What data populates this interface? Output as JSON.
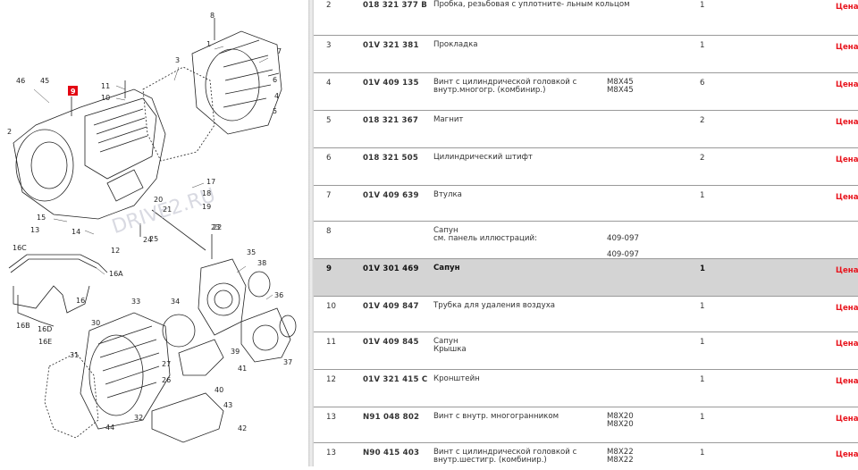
{
  "diagram": {
    "watermark": "DRIVE2.RU",
    "highlighted_callout": "9",
    "callouts": [
      "46",
      "45",
      "9",
      "2",
      "11",
      "10",
      "3",
      "8",
      "1",
      "7",
      "6",
      "4",
      "5",
      "17",
      "18",
      "20",
      "19",
      "21",
      "22",
      "23",
      "24",
      "25",
      "15",
      "14",
      "13",
      "12",
      "16C",
      "16A",
      "16",
      "16B",
      "16D",
      "16E",
      "35",
      "38",
      "34",
      "33",
      "36",
      "30",
      "31",
      "37",
      "39",
      "41",
      "40",
      "26",
      "27",
      "44",
      "43",
      "32",
      "42"
    ]
  },
  "table": {
    "rows": [
      {
        "pos": "2",
        "number": "018 321 377 B",
        "name": [
          "Пробка, резьбовая с уплотните- льным кольцом"
        ],
        "spec": [],
        "qty": "1",
        "price": "Цена"
      },
      {
        "pos": "3",
        "number": "01V 321 381",
        "name": [
          "Прокладка"
        ],
        "spec": [],
        "qty": "1",
        "price": "Цена"
      },
      {
        "pos": "4",
        "number": "01V 409 135",
        "name": [
          "Винт с цилиндрической головкой с",
          "внутр.многогр. (комбинир.)"
        ],
        "spec": [
          "M8X45",
          "M8X45"
        ],
        "qty": "6",
        "price": "Цена"
      },
      {
        "pos": "5",
        "number": "018 321 367",
        "name": [
          "Магнит"
        ],
        "spec": [],
        "qty": "2",
        "price": "Цена"
      },
      {
        "pos": "6",
        "number": "018 321 505",
        "name": [
          "Цилиндрический штифт"
        ],
        "spec": [],
        "qty": "2",
        "price": "Цена"
      },
      {
        "pos": "7",
        "number": "01V 409 639",
        "name": [
          "Втулка"
        ],
        "spec": [],
        "qty": "1",
        "price": "Цена"
      },
      {
        "pos": "8",
        "number": "",
        "name": [
          "Сапун",
          "см. панель иллюстраций:"
        ],
        "spec": [
          "409-097",
          "",
          "409-097"
        ],
        "qty": "",
        "price": ""
      },
      {
        "pos": "9",
        "number": "01V 301 469",
        "name": [
          "Сапун"
        ],
        "spec": [],
        "qty": "1",
        "price": "Цена"
      },
      {
        "pos": "10",
        "number": "01V 409 847",
        "name": [
          "Трубка для удаления воздуха"
        ],
        "spec": [],
        "qty": "1",
        "price": "Цена"
      },
      {
        "pos": "11",
        "number": "01V 409 845",
        "name": [
          "Сапун",
          "Крышка"
        ],
        "spec": [],
        "qty": "1",
        "price": "Цена"
      },
      {
        "pos": "12",
        "number": "01V 321 415 C",
        "name": [
          "Кронштейн"
        ],
        "spec": [],
        "qty": "1",
        "price": "Цена"
      },
      {
        "pos": "13",
        "number": "N91 048 802",
        "name": [
          "Винт с внутр. многогранником"
        ],
        "spec": [
          "M8X20",
          "M8X20"
        ],
        "qty": "1",
        "price": "Цена"
      },
      {
        "pos": "13",
        "number": "N90 415 403",
        "name": [
          "Винт с цилиндрической головкой с",
          "внутр.шестигр. (комбинир.)"
        ],
        "spec": [
          "M8X22",
          "M8X22"
        ],
        "qty": "1",
        "price": "Цена"
      }
    ]
  }
}
